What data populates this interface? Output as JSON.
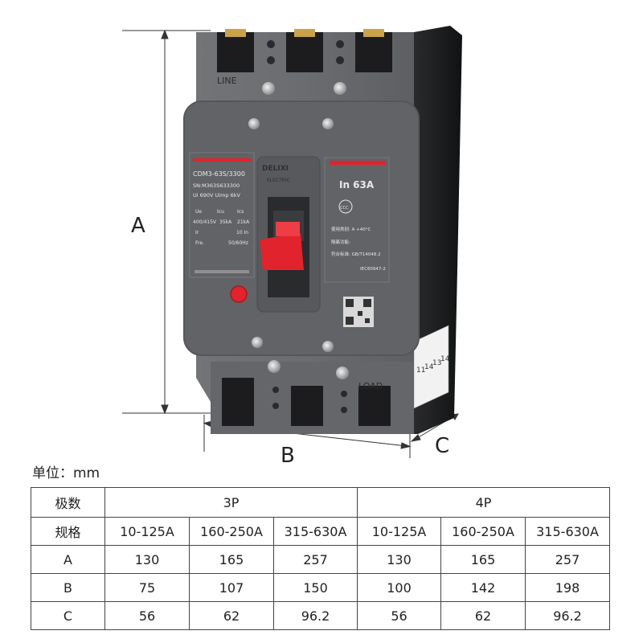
{
  "product": {
    "top_label": "LINE",
    "bottom_label": "LOAD",
    "model": "CDM3-63S/3300",
    "serial": "SN:M363S633300",
    "insulation": "Ui 690V  Uimp 6kV",
    "rating_header": [
      "Ue",
      "Icu",
      "Ics"
    ],
    "rating_row": [
      "400/415V",
      "35kA",
      "21kA"
    ],
    "ir_label": "Ir",
    "ir_value": "10 In",
    "freq_label": "Fre.",
    "freq_value": "50/60Hz",
    "brand": "DELIXI",
    "brand_sub": "ELECTRIC",
    "current": "In  63A",
    "cert": "CCC",
    "info_lines": [
      "使用类别: A   +40°C",
      "隔离功能:",
      "符合标准: GB/T14048.2",
      "IEC60947-2"
    ],
    "label_side": [
      "11",
      "14",
      "13",
      "14"
    ],
    "colors": {
      "body": "#6b6d70",
      "face": "#5f6164",
      "accent_red": "#e0232c",
      "dark": "#1c1c1e"
    }
  },
  "dimensions": {
    "a": "A",
    "b": "B",
    "c": "C"
  },
  "unit_label": "单位：mm",
  "table": {
    "pole_label": "极数",
    "poles": [
      "3P",
      "4P"
    ],
    "spec_label": "规格",
    "specs": [
      "10-125A",
      "160-250A",
      "315-630A",
      "10-125A",
      "160-250A",
      "315-630A"
    ],
    "rows": [
      {
        "label": "A",
        "values": [
          "130",
          "165",
          "257",
          "130",
          "165",
          "257"
        ]
      },
      {
        "label": "B",
        "values": [
          "75",
          "107",
          "150",
          "100",
          "142",
          "198"
        ]
      },
      {
        "label": "C",
        "values": [
          "56",
          "62",
          "96.2",
          "56",
          "62",
          "96.2"
        ]
      }
    ]
  }
}
